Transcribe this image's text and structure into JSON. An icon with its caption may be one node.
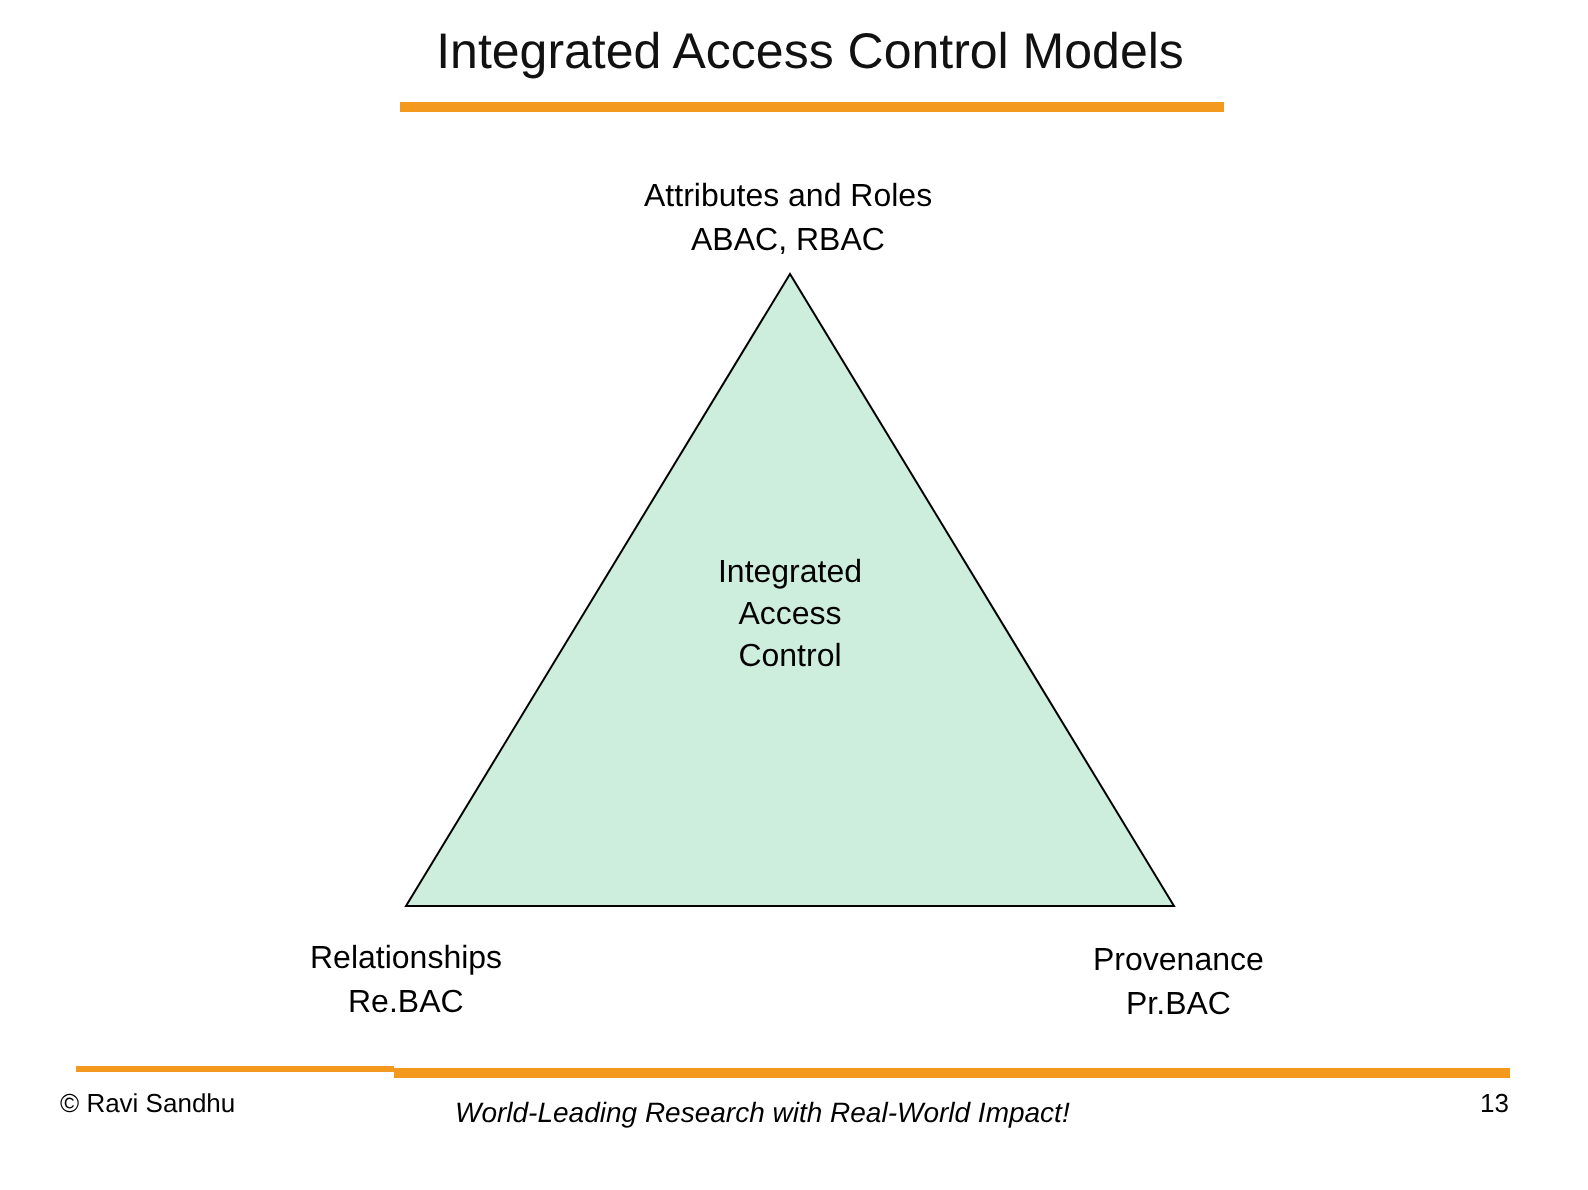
{
  "diagram": {
    "title": "Integrated Access Control Models",
    "nodes": [
      {
        "text": [
          "Integrated Access Control"
        ]
      }
    ],
    "edges": [],
    "labels": [
      "Attributes and Roles",
      "ABAC, RBAC",
      "Relationships",
      "Re.BAC",
      "Provenance",
      "Pr.BAC",
      "© Ravi  Sandhu",
      "World-Leading Research with Real-World Impact!",
      "13"
    ]
  }
}
